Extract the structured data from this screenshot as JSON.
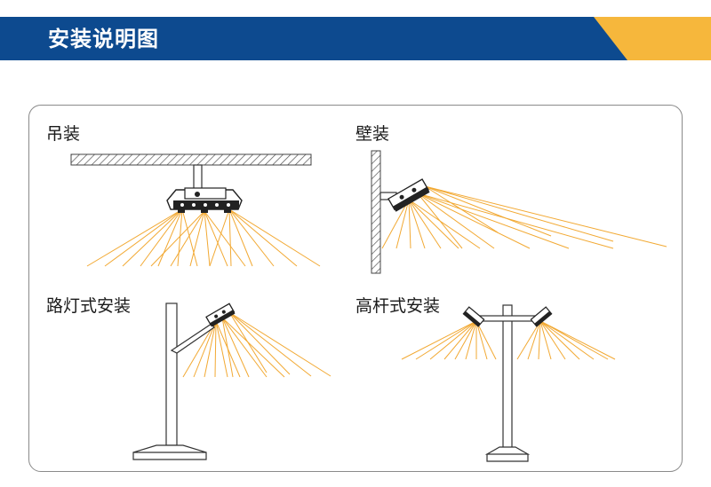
{
  "header": {
    "title": "安装说明图",
    "colors": {
      "primary": "#0d4a8f",
      "accent": "#f6b73c"
    }
  },
  "panel": {
    "methods": [
      {
        "label": "吊装"
      },
      {
        "label": "壁装"
      },
      {
        "label": "路灯式安装"
      },
      {
        "label": "高杆式安装"
      }
    ]
  },
  "colors": {
    "light_ray": "#f2a933",
    "line": "#444444"
  }
}
